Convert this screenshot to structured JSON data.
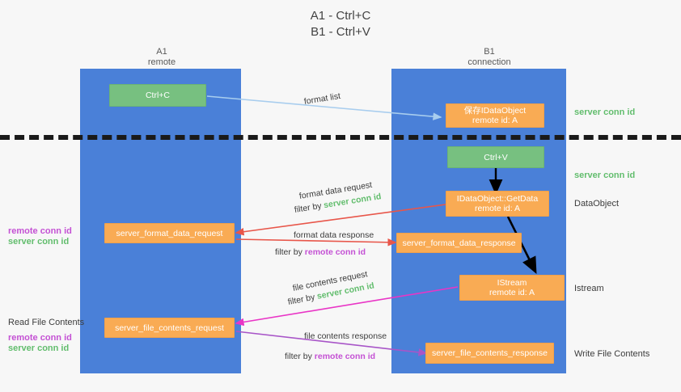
{
  "title": {
    "line1": "A1 - Ctrl+C",
    "line2": "B1 - Ctrl+V"
  },
  "columns": [
    {
      "name": "A1",
      "sub": "remote"
    },
    {
      "name": "B1",
      "sub": "connection"
    }
  ],
  "nodes": {
    "ctrl_c": {
      "label": "Ctrl+C",
      "color": "#77c080"
    },
    "save_idataobject": {
      "line1": "保存IDataObject",
      "line2": "remote id: A",
      "color": "#f9ab54"
    },
    "ctrl_v": {
      "label": "Ctrl+V",
      "color": "#77c080"
    },
    "getdata": {
      "line1": "IDataObject::GetData",
      "line2": "remote id: A",
      "color": "#f9ab54"
    },
    "istream": {
      "line1": "IStream",
      "line2": "remote id: A",
      "color": "#f9ab54"
    },
    "server_format_data_request": {
      "label": "server_format_data_request",
      "color": "#f9ab54"
    },
    "server_format_data_response": {
      "label": "server_format_data_response",
      "color": "#f9ab54"
    },
    "server_file_contents_request": {
      "label": "server_file_contents_request",
      "color": "#f9ab54"
    },
    "server_file_contents_response": {
      "label": "server_file_contents_response",
      "color": "#f9ab54"
    }
  },
  "edges": {
    "format_list": "format list",
    "format_data_request": "format data request",
    "format_data_request_filter_prefix": "filter by ",
    "format_data_request_filter_value": "server conn id",
    "format_data_response": "format data response",
    "format_data_response_filter_prefix": "filter by ",
    "format_data_response_filter_value": "remote conn id",
    "file_contents_request": "file contents request",
    "file_contents_request_filter_prefix": "filter by ",
    "file_contents_request_filter_value": "server conn id",
    "file_contents_response": "file contents response",
    "file_contents_response_filter_prefix": "filter by ",
    "file_contents_response_filter_value": "remote conn id"
  },
  "right_labels": {
    "server_conn_id_top": "server conn id",
    "server_conn_id_mid": "server conn id",
    "dataobject": "DataObject",
    "istream": "Istream",
    "write_file_contents": "Write File Contents"
  },
  "left_labels": {
    "remote_conn_id_1": "remote conn id",
    "server_conn_id_1": "server conn id",
    "read_file_contents": "Read File Contents",
    "remote_conn_id_2": "remote conn id",
    "server_conn_id_2": "server conn id"
  },
  "colors": {
    "lane": "#4a80d8",
    "orange": "#f9ab54",
    "green_box": "#77c080",
    "green_text": "#62bd6d",
    "purple_text": "#c451d4",
    "arrow_blue": "#a8cdee",
    "arrow_red": "#e8564a",
    "arrow_magenta": "#e935c6",
    "arrow_purple": "#a855c8",
    "arrow_black": "#000000",
    "divider": "#1a1a1a"
  }
}
